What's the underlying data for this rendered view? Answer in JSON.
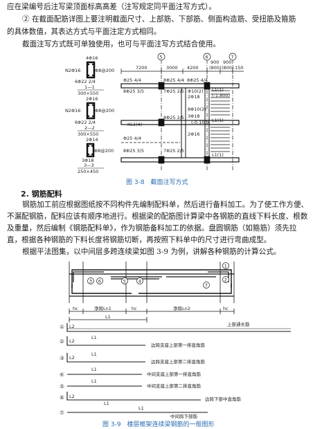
{
  "paragraphs": [
    "应在梁编号后注写梁顶面标高高差（注写规定同平面注写方式）。",
    "② 在截面配筋详图上要注明截面尺寸、上部筋、下部筋、侧面构造筋、受扭筋及箍筋",
    "的具体数值，其表达方式与平面注定方式相同。",
    "截面注写方式既可单独使用，也可与平面注写方式结合使用。"
  ],
  "figure1": {
    "caption": "图 3-8　截面注写方式",
    "sections": [
      {
        "top": "4Φ16",
        "side": "N2Φ16",
        "stirrup": "Φ8@200",
        "bottom": "6Φ22 2/4",
        "name": "1—1",
        "size": "300×550"
      },
      {
        "top": "2Φ16",
        "side": "N2Φ16",
        "stirrup": "Φ8@200",
        "bottom": "6Φ22 2/4",
        "name": "2—2",
        "size": "300×550"
      },
      {
        "top": "2Φ14",
        "side": "",
        "stirrup": "Φ8@200",
        "bottom": "3Φ18",
        "name": "3—3",
        "size": "250×450"
      }
    ],
    "axes": [
      "5",
      "6",
      "7"
    ],
    "dims": [
      "7200",
      "3000",
      "4200",
      "900",
      "900",
      "(800)",
      "(800)",
      "150"
    ],
    "labels": [
      "Φ25 4/4",
      "8Φ25 3/5",
      "8Φ25 4/4",
      "7Φ25 2/5",
      "8Φ25 4/4",
      "Φ10(2)",
      "2Φ18",
      "L1(1)",
      "(-1.800)",
      "8Φ10(2)",
      "KL1(4)",
      "8Φ25 2/5",
      "3Φ18",
      "L1(1)",
      "8Φ25 3/5",
      "7Φ25 2/5",
      "Φ25 4/4",
      "L1(1)",
      "(-0.100)",
      "2Φ16"
    ]
  },
  "heading": "2. 钢筋配料",
  "paragraphs2": [
    "钢筋加工前应根据图纸按不同构件先编制配料单，然后进行备料加工。为了使工作方便、",
    "不漏配钢筋，配料应该有顺序地进行。根据梁的配筋图计算梁中各钢筋的直线下料长度、根数",
    "及重量，然后编制《钢筋配料单》，作为钢筋备料加工的依据。盘圆钢筋（如箍筋）须先拉",
    "直，根据各种钢筋的下料长度将钢筋切断，再按照下料单中的尺寸进行弯曲成型。",
    "根据平法图集，以中间层多跨连续梁如图 3-9 为例，讲解各种钢筋的计算公式。"
  ],
  "figure2": {
    "caption": "图 3-9　楼层框架连续梁钢筋的一般图形",
    "dim_labels": [
      "hc",
      "净跨Ln1",
      "hc",
      "净跨Ln2",
      "hc"
    ],
    "bubbles": [
      "1",
      "2",
      "3",
      "4",
      "5",
      "6",
      "7"
    ],
    "rebars": [
      {
        "num": "①",
        "lengths": [
          "L2"
        ],
        "note": "上部通长筋"
      },
      {
        "num": "②",
        "lengths": [
          "L2",
          "L1"
        ],
        "note": "边跨支座上部第一排直角筋"
      },
      {
        "num": "③",
        "lengths": [
          "L2",
          "L1"
        ],
        "note": "边跨支座上部第二排直角筋"
      },
      {
        "num": "④",
        "lengths": [
          "L1"
        ],
        "note": "中间支座上部第一排直角筋"
      },
      {
        "num": "⑤",
        "lengths": [
          "L1"
        ],
        "note": "中间支座上部第二排直角筋"
      },
      {
        "num": "⑥",
        "lengths": [
          "L2",
          "L1"
        ],
        "note": "边跨下部中直角筋"
      },
      {
        "num": "⑦",
        "lengths": [
          "L1"
        ],
        "note": "中间跨下部筋"
      }
    ],
    "top_length": "L1"
  }
}
